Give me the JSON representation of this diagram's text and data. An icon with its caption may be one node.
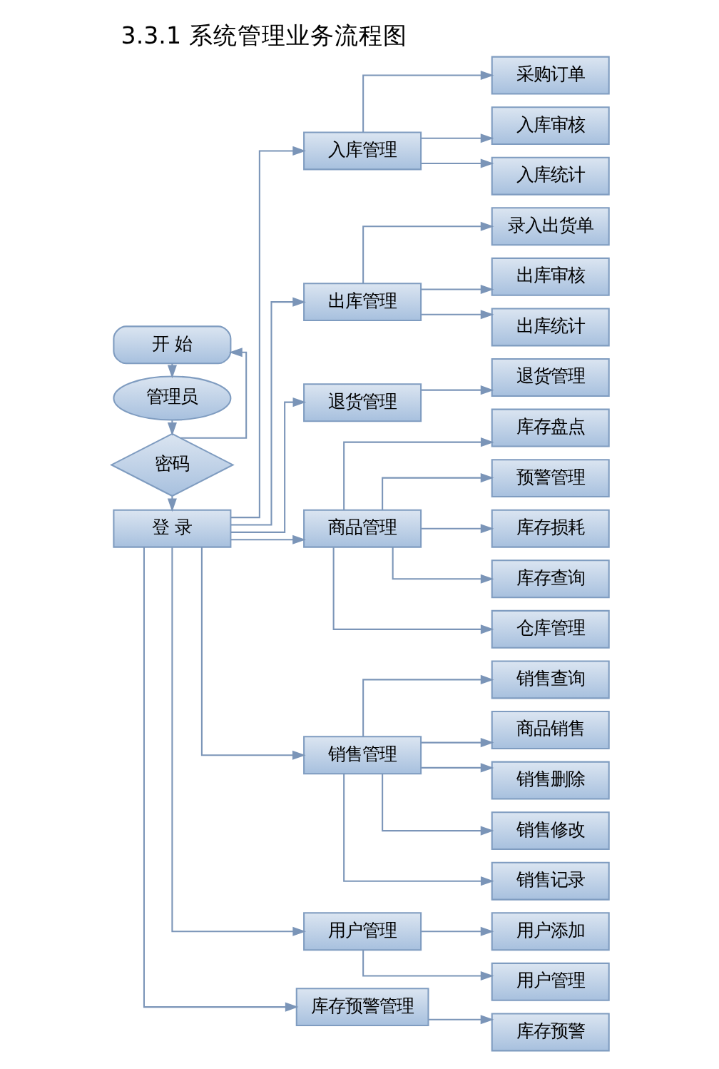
{
  "diagram": {
    "title": "3.3.1 系统管理业务流程图",
    "nodes": [
      {
        "text": [
          "开 始"
        ]
      },
      {
        "text": [
          "管理员"
        ]
      },
      {
        "text": [
          "密码"
        ]
      },
      {
        "text": [
          "登 录"
        ]
      },
      {
        "text": [
          "入库管理"
        ]
      },
      {
        "text": [
          "出库管理"
        ]
      },
      {
        "text": [
          "退货管理"
        ]
      },
      {
        "text": [
          "商品管理"
        ]
      },
      {
        "text": [
          "销售管理"
        ]
      },
      {
        "text": [
          "用户管理"
        ]
      },
      {
        "text": [
          "库存预警管理"
        ]
      },
      {
        "text": [
          "采购订单"
        ]
      },
      {
        "text": [
          "入库审核"
        ]
      },
      {
        "text": [
          "入库统计"
        ]
      },
      {
        "text": [
          "录入出货单"
        ]
      },
      {
        "text": [
          "出库审核"
        ]
      },
      {
        "text": [
          "出库统计"
        ]
      },
      {
        "text": [
          "退货管理"
        ]
      },
      {
        "text": [
          "库存盘点"
        ]
      },
      {
        "text": [
          "预警管理"
        ]
      },
      {
        "text": [
          "库存损耗"
        ]
      },
      {
        "text": [
          "库存查询"
        ]
      },
      {
        "text": [
          "仓库管理"
        ]
      },
      {
        "text": [
          "销售查询"
        ]
      },
      {
        "text": [
          "商品销售"
        ]
      },
      {
        "text": [
          "销售删除"
        ]
      },
      {
        "text": [
          "销售修改"
        ]
      },
      {
        "text": [
          "销售记录"
        ]
      },
      {
        "text": [
          "用户添加"
        ]
      },
      {
        "text": [
          "用户管理"
        ]
      },
      {
        "text": [
          "库存预警"
        ]
      }
    ],
    "edges": [
      {
        "from": 0,
        "to": 1,
        "arrow": "to"
      },
      {
        "from": 1,
        "to": 2,
        "arrow": "to"
      },
      {
        "from": 2,
        "to": 3,
        "arrow": "to"
      },
      {
        "from": 2,
        "to": 0,
        "arrow": "to"
      },
      {
        "from": 3,
        "to": 4,
        "arrow": "to"
      },
      {
        "from": 3,
        "to": 5,
        "arrow": "to"
      },
      {
        "from": 3,
        "to": 6,
        "arrow": "to"
      },
      {
        "from": 3,
        "to": 7,
        "arrow": "to"
      },
      {
        "from": 3,
        "to": 8,
        "arrow": "to"
      },
      {
        "from": 3,
        "to": 9,
        "arrow": "to"
      },
      {
        "from": 3,
        "to": 10,
        "arrow": "to"
      },
      {
        "from": 4,
        "to": 11,
        "arrow": "to"
      },
      {
        "from": 4,
        "to": 12,
        "arrow": "to"
      },
      {
        "from": 4,
        "to": 13,
        "arrow": "to"
      },
      {
        "from": 5,
        "to": 14,
        "arrow": "to"
      },
      {
        "from": 5,
        "to": 15,
        "arrow": "to"
      },
      {
        "from": 5,
        "to": 16,
        "arrow": "to"
      },
      {
        "from": 6,
        "to": 17,
        "arrow": "to"
      },
      {
        "from": 7,
        "to": 18,
        "arrow": "to"
      },
      {
        "from": 7,
        "to": 19,
        "arrow": "to"
      },
      {
        "from": 7,
        "to": 20,
        "arrow": "to"
      },
      {
        "from": 7,
        "to": 21,
        "arrow": "to"
      },
      {
        "from": 7,
        "to": 22,
        "arrow": "to"
      },
      {
        "from": 8,
        "to": 23,
        "arrow": "to"
      },
      {
        "from": 8,
        "to": 24,
        "arrow": "to"
      },
      {
        "from": 8,
        "to": 25,
        "arrow": "to"
      },
      {
        "from": 8,
        "to": 26,
        "arrow": "to"
      },
      {
        "from": 8,
        "to": 27,
        "arrow": "to"
      },
      {
        "from": 9,
        "to": 28,
        "arrow": "to"
      },
      {
        "from": 9,
        "to": 29,
        "arrow": "to"
      },
      {
        "from": 10,
        "to": 30,
        "arrow": "to"
      }
    ]
  }
}
